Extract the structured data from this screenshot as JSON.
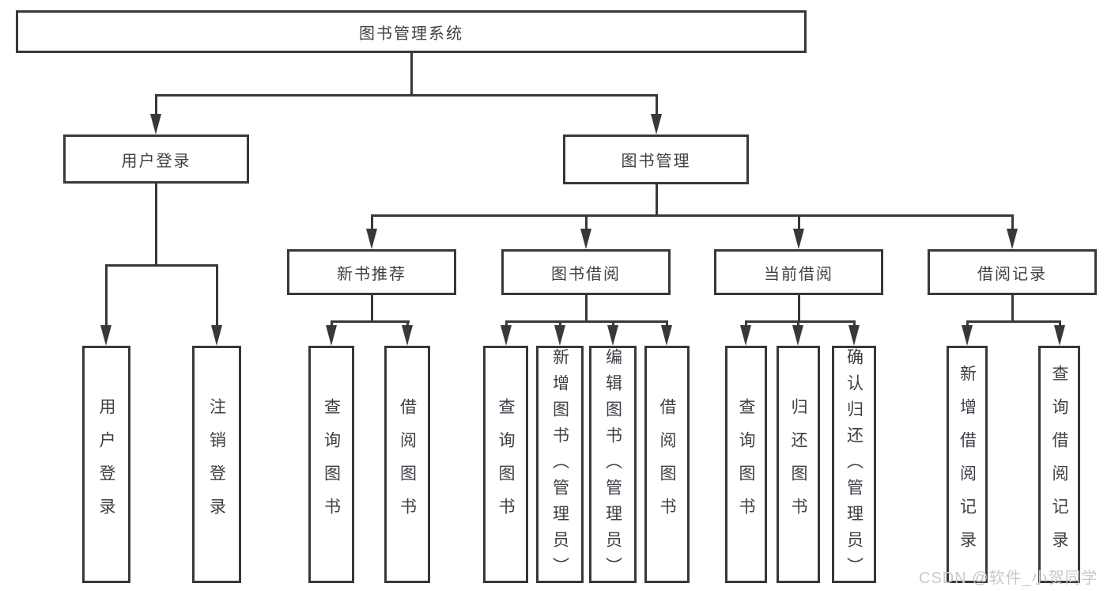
{
  "colors": {
    "line": "#38383c",
    "text": "#3d4045",
    "background": "#ffffff",
    "watermark": "#c9c9c9"
  },
  "watermark": {
    "text": "CSDN @软件_小贺同学"
  },
  "tree": {
    "root": {
      "label": "图书管理系统"
    },
    "branches": [
      {
        "label": "用户登录",
        "leaves": [
          {
            "label": "用户登录"
          },
          {
            "label": "注销登录"
          }
        ]
      },
      {
        "label": "图书管理",
        "children": [
          {
            "label": "新书推荐",
            "leaves": [
              {
                "label": "查询图书"
              },
              {
                "label": "借阅图书"
              }
            ]
          },
          {
            "label": "图书借阅",
            "leaves": [
              {
                "label": "查询图书"
              },
              {
                "label": "新增图书（管理员）"
              },
              {
                "label": "编辑图书（管理员）"
              },
              {
                "label": "借阅图书"
              }
            ]
          },
          {
            "label": "当前借阅",
            "leaves": [
              {
                "label": "查询图书"
              },
              {
                "label": "归还图书"
              },
              {
                "label": "确认归还（管理员）"
              }
            ]
          },
          {
            "label": "借阅记录",
            "leaves": [
              {
                "label": "新增借阅记录"
              },
              {
                "label": "查询借阅记录"
              }
            ]
          }
        ]
      }
    ]
  }
}
